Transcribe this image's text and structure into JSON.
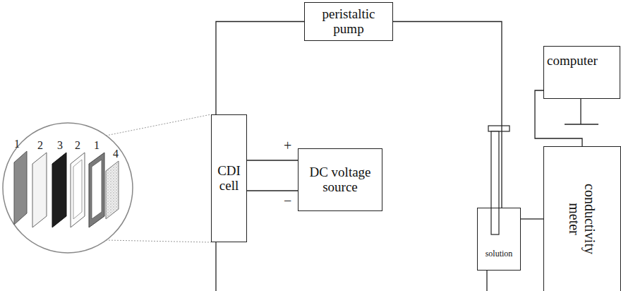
{
  "diagram": {
    "nodes": [
      {
        "text": [
          "peristaltic pump"
        ]
      },
      {
        "text": [
          "computer"
        ]
      },
      {
        "text": [
          "CDI cell"
        ]
      },
      {
        "text": [
          "DC voltage source"
        ]
      },
      {
        "text": [
          "solution"
        ]
      },
      {
        "text": [
          "conductivity meter"
        ]
      }
    ],
    "edges": [
      {
        "from": 2,
        "to": 0,
        "arrow": "none"
      },
      {
        "from": 0,
        "to": 4,
        "arrow": "none"
      },
      {
        "from": 4,
        "to": 5,
        "arrow": "none"
      },
      {
        "from": 1,
        "to": 5,
        "arrow": "none"
      },
      {
        "from": 2,
        "to": 3,
        "arrow": "none"
      },
      {
        "from": 2,
        "to": 3,
        "arrow": "none"
      }
    ],
    "labels": [
      "1",
      "2",
      "3",
      "2",
      "1",
      "4",
      "+",
      "−"
    ]
  }
}
